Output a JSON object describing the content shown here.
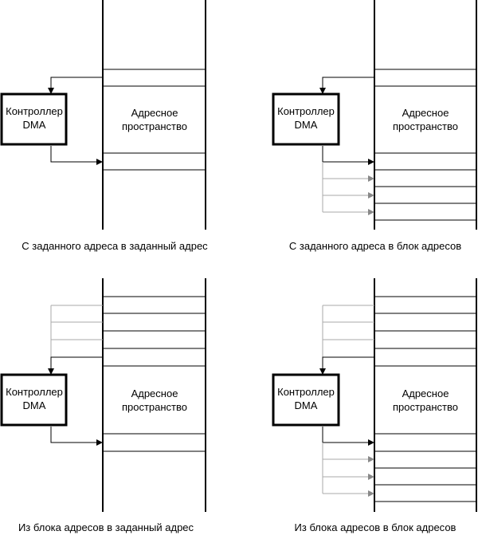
{
  "labels": {
    "controller_line1": "Контроллер",
    "controller_line2": "DMA",
    "space_line1": "Адресное",
    "space_line2": "пространство"
  },
  "captions": {
    "addr_to_addr": "С заданного адреса в заданный адрес",
    "addr_to_block": "С заданного адреса в блок адресов",
    "block_to_addr": "Из блока адресов в заданный адрес",
    "block_to_block": "Из блока адресов в блок адресов"
  },
  "colors": {
    "main": "#000000",
    "secondary": "#999999"
  }
}
